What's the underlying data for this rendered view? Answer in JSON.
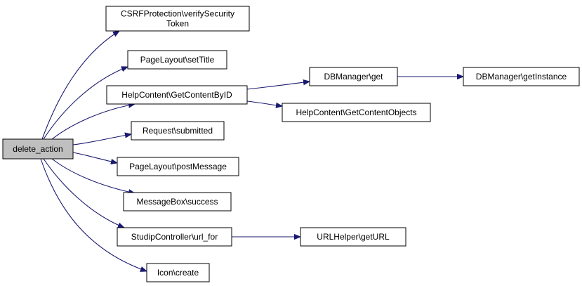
{
  "graph": {
    "edge_color": "#191970",
    "root_fill": "#bfbfbf",
    "nodes": [
      {
        "id": "delete_action",
        "lines": [
          "delete_action"
        ],
        "root": true
      },
      {
        "id": "csrf",
        "lines": [
          "CSRFProtection\\verifySecurity",
          "Token"
        ]
      },
      {
        "id": "setTitle",
        "lines": [
          "PageLayout\\setTitle"
        ]
      },
      {
        "id": "getContentByID",
        "lines": [
          "HelpContent\\GetContentByID"
        ]
      },
      {
        "id": "submitted",
        "lines": [
          "Request\\submitted"
        ]
      },
      {
        "id": "postMessage",
        "lines": [
          "PageLayout\\postMessage"
        ]
      },
      {
        "id": "success",
        "lines": [
          "MessageBox\\success"
        ]
      },
      {
        "id": "url_for",
        "lines": [
          "StudipController\\url_for"
        ]
      },
      {
        "id": "iconCreate",
        "lines": [
          "Icon\\create"
        ]
      },
      {
        "id": "dbGet",
        "lines": [
          "DBManager\\get"
        ]
      },
      {
        "id": "getContentObjects",
        "lines": [
          "HelpContent\\GetContentObjects"
        ]
      },
      {
        "id": "getInstance",
        "lines": [
          "DBManager\\getInstance"
        ]
      },
      {
        "id": "getURL",
        "lines": [
          "URLHelper\\getURL"
        ]
      }
    ],
    "edges": [
      {
        "from": "delete_action",
        "to": "csrf"
      },
      {
        "from": "delete_action",
        "to": "setTitle"
      },
      {
        "from": "delete_action",
        "to": "getContentByID"
      },
      {
        "from": "delete_action",
        "to": "submitted"
      },
      {
        "from": "delete_action",
        "to": "postMessage"
      },
      {
        "from": "delete_action",
        "to": "success"
      },
      {
        "from": "delete_action",
        "to": "url_for"
      },
      {
        "from": "delete_action",
        "to": "iconCreate"
      },
      {
        "from": "getContentByID",
        "to": "dbGet"
      },
      {
        "from": "getContentByID",
        "to": "getContentObjects"
      },
      {
        "from": "dbGet",
        "to": "getInstance"
      },
      {
        "from": "url_for",
        "to": "getURL"
      }
    ]
  }
}
